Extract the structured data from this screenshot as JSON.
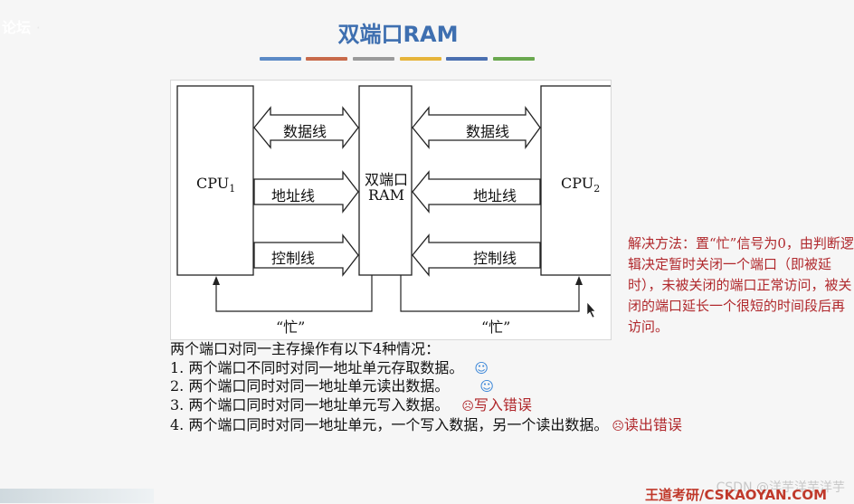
{
  "header": {
    "logo_text": "论坛",
    "slide_title": "双端口RAM",
    "color_bars": [
      "#5b8ac6",
      "#c86a4a",
      "#9a9a9a",
      "#e6b43a",
      "#4a6fb0",
      "#6aa84f"
    ]
  },
  "diagram": {
    "cpu1_label": "CPU",
    "cpu1_sub": "1",
    "cpu2_label": "CPU",
    "cpu2_sub": "2",
    "ram_line1": "双端口",
    "ram_line2": "RAM",
    "left_bus": {
      "data": "数据线",
      "address": "地址线",
      "control": "控制线"
    },
    "right_bus": {
      "data": "数据线",
      "address": "地址线",
      "control": "控制线"
    },
    "busy_left": "“忙”",
    "busy_right": "“忙”"
  },
  "side_note": "解决方法：置“忙”信号为0，由判断逻辑决定暂时关闭一个端口（即被延时），未被关闭的端口正常访问，被关闭的端口延长一个很短的时间段后再访问。",
  "info": {
    "intro": "两个端口对同一主存操作有以下4种情况：",
    "items": [
      {
        "text": "1. 两个端口不同时对同一地址单元存取数据。",
        "icon": "☺"
      },
      {
        "text": "2. 两个端口同时对同一地址单元读出数据。",
        "icon": "☺"
      },
      {
        "text": "3. 两个端口同时对同一地址单元写入数据。",
        "icon": "☹",
        "note": "写入错误"
      },
      {
        "text": "4. 两个端口同时对同一地址单元，一个写入数据，另一个读出数据。",
        "icon": "☹",
        "note": "读出错误"
      }
    ]
  },
  "footer": {
    "watermark": "CSDN @洋芋洋芋洋芋",
    "brand": "王道考研/CSKAOYAN.COM"
  }
}
